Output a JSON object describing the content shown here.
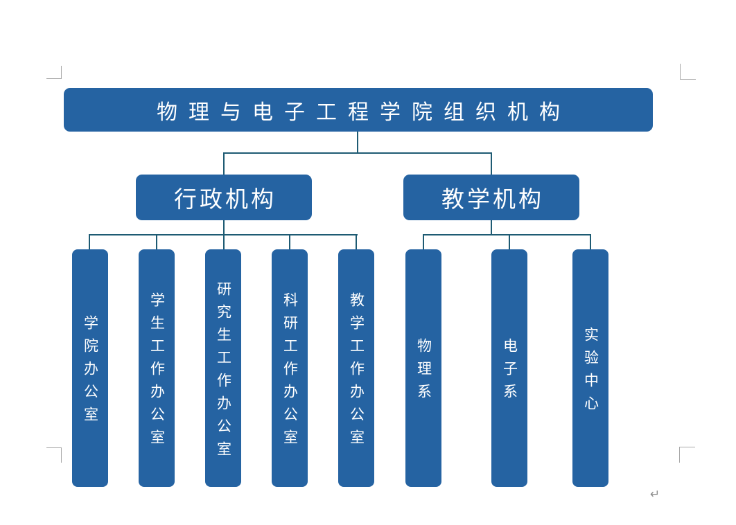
{
  "page": {
    "paragraph_mark": "↵"
  },
  "colors": {
    "box_fill": "#2563A2",
    "connector": "#1E5B73",
    "box_text": "#FFFFFF",
    "crop_mark": "#A8A8A8",
    "paragraph_mark_color": "#8C8C8C"
  },
  "chart": {
    "type": "org-chart",
    "root": {
      "label": "物理与电子工程学院组织机构"
    },
    "branches": [
      {
        "label": "行政机构",
        "children": [
          "学院办公室",
          "学生工作办公室",
          "研究生工作办公室",
          "科研工作办公室",
          "教学工作办公室"
        ]
      },
      {
        "label": "教学机构",
        "children": [
          "物理系",
          "电子系",
          "实验中心"
        ]
      }
    ]
  }
}
